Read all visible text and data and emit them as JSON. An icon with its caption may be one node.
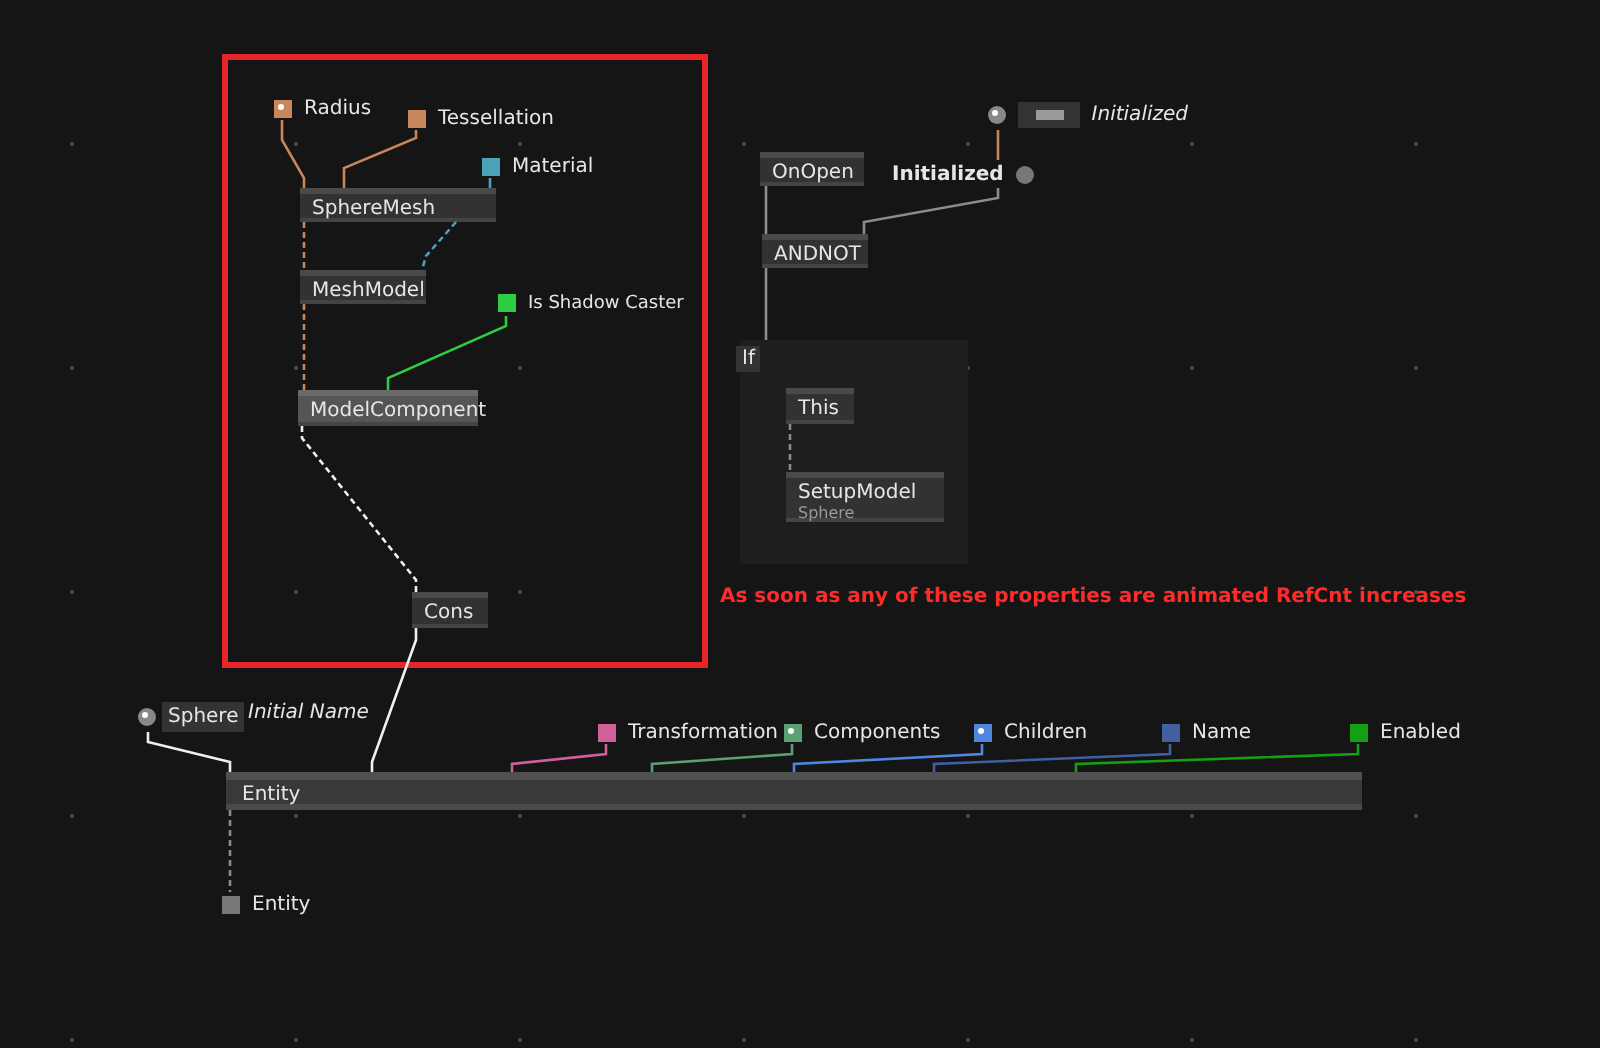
{
  "diagram": {
    "nodes": [
      {
        "text": [],
        "shape": "box"
      },
      {
        "text": [
          "Radius"
        ],
        "in": 0
      },
      {
        "text": [
          "Tessellation"
        ],
        "in": 0
      },
      {
        "text": [
          "Material"
        ],
        "in": 0
      },
      {
        "text": [
          "SphereMesh"
        ],
        "in": 0
      },
      {
        "text": [
          "MeshModel"
        ],
        "in": 0
      },
      {
        "text": [
          "Is Shadow Caster"
        ],
        "in": 0
      },
      {
        "text": [
          "ModelComponent"
        ],
        "in": 0
      },
      {
        "text": [
          "Cons"
        ],
        "in": 0
      },
      {
        "text": [
          "Initialized"
        ]
      },
      {
        "text": [
          "Initialized"
        ]
      },
      {
        "text": [
          "OnOpen"
        ]
      },
      {
        "text": [
          "ANDNOT"
        ]
      },
      {
        "text": [
          "If"
        ]
      },
      {
        "text": [
          "This"
        ],
        "in": 13
      },
      {
        "text": [
          "SetupModel",
          "Sphere"
        ],
        "in": 13
      },
      {
        "text": [
          "Sphere"
        ],
        "beside": [
          "Initial Name"
        ]
      },
      {
        "text": [
          "Transformation"
        ]
      },
      {
        "text": [
          "Components"
        ]
      },
      {
        "text": [
          "Children"
        ]
      },
      {
        "text": [
          "Name"
        ]
      },
      {
        "text": [
          "Enabled"
        ]
      },
      {
        "text": [
          "Entity"
        ]
      },
      {
        "text": [
          "Entity"
        ]
      }
    ],
    "edges": [
      {
        "from": 1,
        "to": 4,
        "arrow": "none",
        "color": "#c8875a"
      },
      {
        "from": 2,
        "to": 4,
        "arrow": "none",
        "color": "#c8875a"
      },
      {
        "from": 3,
        "to": 4,
        "arrow": "none",
        "color": "#4aa3b8"
      },
      {
        "from": 4,
        "to": 5,
        "arrow": "none",
        "style": "dashed",
        "color": "#c8875a"
      },
      {
        "from": 4,
        "to": 5,
        "arrow": "none",
        "style": "dashed",
        "color": "#4aa3b8"
      },
      {
        "from": 5,
        "to": 7,
        "arrow": "none",
        "style": "dashed",
        "color": "#c8875a"
      },
      {
        "from": 6,
        "to": 7,
        "arrow": "none",
        "color": "#2ecc40"
      },
      {
        "from": 7,
        "to": 8,
        "arrow": "none",
        "style": "dashed",
        "color": "#f0f0f0"
      },
      {
        "from": 8,
        "to": 22,
        "arrow": "none",
        "color": "#f0f0f0"
      },
      {
        "from": 9,
        "to": 10,
        "arrow": "none",
        "color": "#c8875a"
      },
      {
        "from": 11,
        "to": 12,
        "arrow": "none"
      },
      {
        "from": 10,
        "to": 12,
        "arrow": "none"
      },
      {
        "from": 12,
        "to": 13,
        "arrow": "none"
      },
      {
        "from": 14,
        "to": 15,
        "arrow": "none",
        "style": "dashed"
      },
      {
        "from": 16,
        "to": 22,
        "arrow": "none",
        "color": "#f0f0f0"
      },
      {
        "from": 17,
        "to": 22,
        "arrow": "none",
        "color": "#d0609a"
      },
      {
        "from": 18,
        "to": 22,
        "arrow": "none",
        "color": "#5aa070"
      },
      {
        "from": 19,
        "to": 22,
        "arrow": "none",
        "color": "#4f86e0"
      },
      {
        "from": 20,
        "to": 22,
        "arrow": "none",
        "color": "#4060a0"
      },
      {
        "from": 21,
        "to": 22,
        "arrow": "none",
        "color": "#14a014"
      },
      {
        "from": 22,
        "to": 23,
        "arrow": "none",
        "style": "dashed"
      }
    ],
    "labels": [
      "As soon as any of these properties are animated RefCnt increases"
    ]
  }
}
